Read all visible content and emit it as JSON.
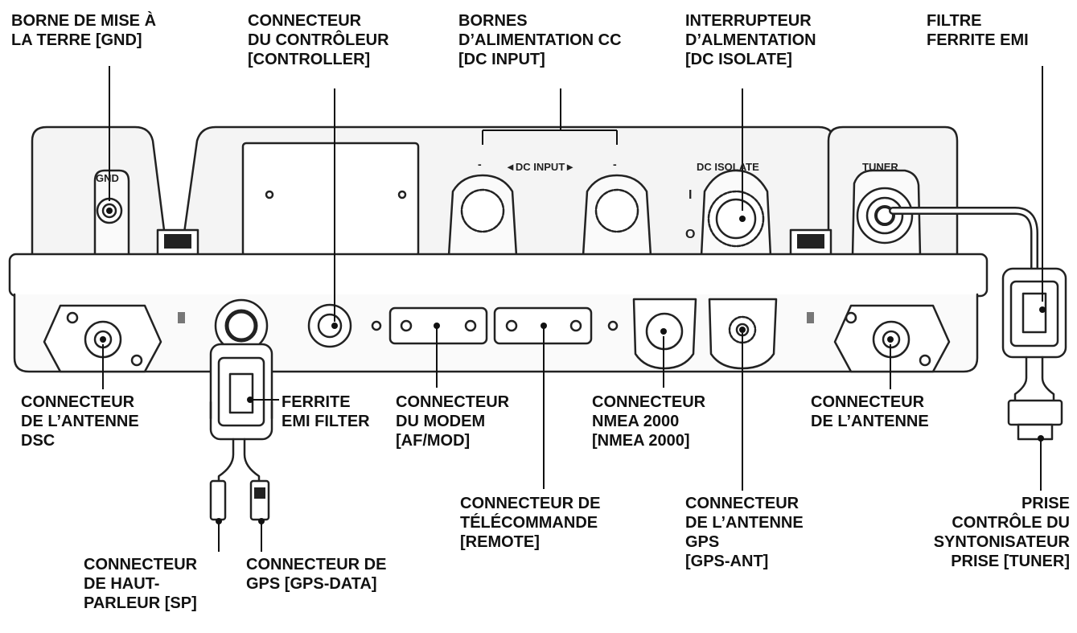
{
  "colors": {
    "ink": "#111111",
    "panel_fill": "#f4f4f4",
    "stroke": "#222222"
  },
  "callouts": [
    {
      "id": "gnd",
      "lines": [
        "BORNE DE MISE À",
        "LA TERRE [GND]"
      ]
    },
    {
      "id": "controller",
      "lines": [
        "CONNECTEUR",
        "DU CONTRÔLEUR",
        "[CONTROLLER]"
      ]
    },
    {
      "id": "dc-input",
      "lines": [
        "BORNES",
        "D’ALIMENTATION CC",
        "[DC INPUT]"
      ]
    },
    {
      "id": "dc-isolate",
      "lines": [
        "INTERRUPTEUR",
        "D’ALMENTATION",
        "[DC ISOLATE]"
      ]
    },
    {
      "id": "ferrite-top",
      "lines": [
        "FILTRE",
        "FERRITE EMI"
      ]
    },
    {
      "id": "dsc-antenna",
      "lines": [
        "CONNECTEUR",
        "DE L’ANTENNE",
        "DSC"
      ]
    },
    {
      "id": "ferrite-left",
      "lines": [
        "FERRITE",
        "EMI FILTER"
      ]
    },
    {
      "id": "modem",
      "lines": [
        "CONNECTEUR",
        "DU MODEM",
        "[AF/MOD]"
      ]
    },
    {
      "id": "nmea",
      "lines": [
        "CONNECTEUR",
        "NMEA 2000",
        "[NMEA 2000]"
      ]
    },
    {
      "id": "antenna",
      "lines": [
        "CONNECTEUR",
        "DE L’ANTENNE"
      ]
    },
    {
      "id": "remote",
      "lines": [
        "CONNECTEUR DE",
        "TÉLÉCOMMANDE",
        "[REMOTE]"
      ]
    },
    {
      "id": "gps-ant",
      "lines": [
        "CONNECTEUR",
        "DE L’ANTENNE",
        "GPS",
        "[GPS-ANT]"
      ]
    },
    {
      "id": "tuner",
      "lines": [
        "PRISE",
        "CONTRÔLE DU",
        "SYNTONISATEUR",
        "PRISE [TUNER]"
      ]
    },
    {
      "id": "sp",
      "lines": [
        "CONNECTEUR",
        "DE HAUT-",
        "PARLEUR [SP]"
      ]
    },
    {
      "id": "gps-data",
      "lines": [
        "CONNECTEUR DE",
        "GPS [GPS-DATA]"
      ]
    }
  ],
  "panel_labels": {
    "gnd": "GND",
    "dc_input": "◄DC INPUT►",
    "minus": "-",
    "dc_isolate": "DC ISOLATE",
    "tuner": "TUNER",
    "on_symbol": "I",
    "off_symbol": "O"
  }
}
